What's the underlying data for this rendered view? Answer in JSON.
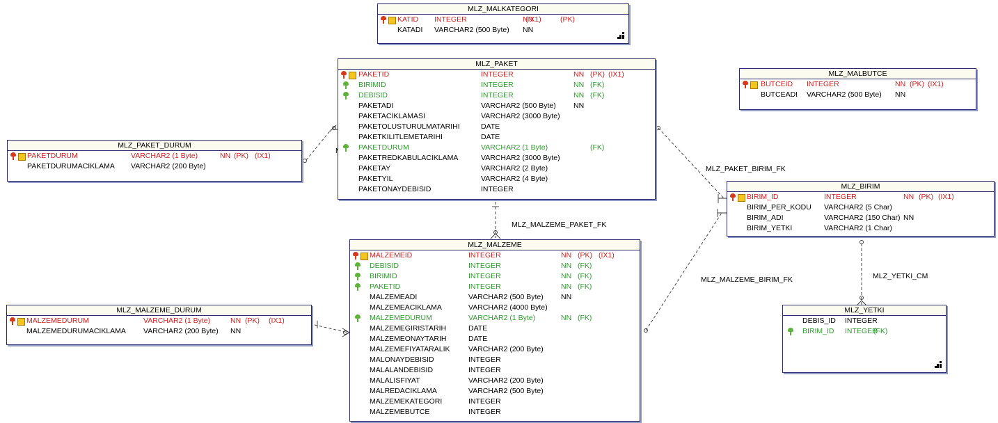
{
  "entities": {
    "malkategori": {
      "title": "MLZ_MALKATEGORI",
      "rows": [
        {
          "name": "KATID",
          "type": "INTEGER",
          "nn": "NN",
          "pk": "(PK)",
          "fk": "",
          "ix": "(IX1)",
          "kind": "pk"
        },
        {
          "name": "KATADI",
          "type": "VARCHAR2 (500 Byte)",
          "nn": "NN",
          "pk": "",
          "fk": "",
          "ix": "",
          "kind": "plain"
        }
      ]
    },
    "paket": {
      "title": "MLZ_PAKET",
      "rows": [
        {
          "name": "PAKETID",
          "type": "INTEGER",
          "nn": "NN",
          "pk": "(PK)",
          "fk": "",
          "ix": "(IX1)",
          "kind": "pk"
        },
        {
          "name": "BIRIMID",
          "type": "INTEGER",
          "nn": "NN",
          "pk": "",
          "fk": "(FK)",
          "ix": "",
          "kind": "fk"
        },
        {
          "name": "DEBISID",
          "type": "INTEGER",
          "nn": "NN",
          "pk": "",
          "fk": "(FK)",
          "ix": "",
          "kind": "fk"
        },
        {
          "name": "PAKETADI",
          "type": "VARCHAR2 (500 Byte)",
          "nn": "NN",
          "pk": "",
          "fk": "",
          "ix": "",
          "kind": "plain"
        },
        {
          "name": "PAKETACIKLAMASI",
          "type": "VARCHAR2 (3000 Byte)",
          "nn": "",
          "pk": "",
          "fk": "",
          "ix": "",
          "kind": "plain"
        },
        {
          "name": "PAKETOLUSTURULMATARIHI",
          "type": "DATE",
          "nn": "",
          "pk": "",
          "fk": "",
          "ix": "",
          "kind": "plain"
        },
        {
          "name": "PAKETKILITLEMETARIHI",
          "type": "DATE",
          "nn": "",
          "pk": "",
          "fk": "",
          "ix": "",
          "kind": "plain"
        },
        {
          "name": "PAKETDURUM",
          "type": "VARCHAR2 (1 Byte)",
          "nn": "",
          "pk": "",
          "fk": "(FK)",
          "ix": "",
          "kind": "fk"
        },
        {
          "name": "PAKETREDKABULACIKLAMA",
          "type": "VARCHAR2 (3000 Byte)",
          "nn": "",
          "pk": "",
          "fk": "",
          "ix": "",
          "kind": "plain"
        },
        {
          "name": "PAKETAY",
          "type": "VARCHAR2 (2 Byte)",
          "nn": "",
          "pk": "",
          "fk": "",
          "ix": "",
          "kind": "plain"
        },
        {
          "name": "PAKETYIL",
          "type": "VARCHAR2 (4 Byte)",
          "nn": "",
          "pk": "",
          "fk": "",
          "ix": "",
          "kind": "plain"
        },
        {
          "name": "PAKETONAYDEBISID",
          "type": "INTEGER",
          "nn": "",
          "pk": "",
          "fk": "",
          "ix": "",
          "kind": "plain"
        }
      ]
    },
    "malbutce": {
      "title": "MLZ_MALBUTCE",
      "rows": [
        {
          "name": "BUTCEID",
          "type": "INTEGER",
          "nn": "NN",
          "pk": "(PK)",
          "fk": "",
          "ix": "(IX1)",
          "kind": "pk"
        },
        {
          "name": "BUTCEADI",
          "type": "VARCHAR2 (500 Byte)",
          "nn": "NN",
          "pk": "",
          "fk": "",
          "ix": "",
          "kind": "plain"
        }
      ]
    },
    "paket_durum": {
      "title": "MLZ_PAKET_DURUM",
      "rows": [
        {
          "name": "PAKETDURUM",
          "type": "VARCHAR2 (1 Byte)",
          "nn": "NN",
          "pk": "(PK)",
          "fk": "",
          "ix": "(IX1)",
          "kind": "pk"
        },
        {
          "name": "PAKETDURUMACIKLAMA",
          "type": "VARCHAR2 (200 Byte)",
          "nn": "",
          "pk": "",
          "fk": "",
          "ix": "",
          "kind": "plain"
        }
      ]
    },
    "birim": {
      "title": "MLZ_BIRIM",
      "rows": [
        {
          "name": "BIRIM_ID",
          "type": "INTEGER",
          "nn": "NN",
          "pk": "(PK)",
          "fk": "",
          "ix": "(IX1)",
          "kind": "pk"
        },
        {
          "name": "BIRIM_PER_KODU",
          "type": "VARCHAR2 (5 Char)",
          "nn": "",
          "pk": "",
          "fk": "",
          "ix": "",
          "kind": "plain"
        },
        {
          "name": "BIRIM_ADI",
          "type": "VARCHAR2 (150 Char)",
          "nn": "NN",
          "pk": "",
          "fk": "",
          "ix": "",
          "kind": "plain"
        },
        {
          "name": "BIRIM_YETKI",
          "type": "VARCHAR2 (1 Char)",
          "nn": "",
          "pk": "",
          "fk": "",
          "ix": "",
          "kind": "plain"
        }
      ]
    },
    "malzeme": {
      "title": "MLZ_MALZEME",
      "rows": [
        {
          "name": "MALZEMEID",
          "type": "INTEGER",
          "nn": "NN",
          "pk": "(PK)",
          "fk": "",
          "ix": "(IX1)",
          "kind": "pk"
        },
        {
          "name": "DEBISID",
          "type": "INTEGER",
          "nn": "NN",
          "pk": "",
          "fk": "(FK)",
          "ix": "",
          "kind": "fk"
        },
        {
          "name": "BIRIMID",
          "type": "INTEGER",
          "nn": "NN",
          "pk": "",
          "fk": "(FK)",
          "ix": "",
          "kind": "fk"
        },
        {
          "name": "PAKETID",
          "type": "INTEGER",
          "nn": "NN",
          "pk": "",
          "fk": "(FK)",
          "ix": "",
          "kind": "fk"
        },
        {
          "name": "MALZEMEADI",
          "type": "VARCHAR2 (500 Byte)",
          "nn": "NN",
          "pk": "",
          "fk": "",
          "ix": "",
          "kind": "plain"
        },
        {
          "name": "MALZEMEACIKLAMA",
          "type": "VARCHAR2 (4000 Byte)",
          "nn": "",
          "pk": "",
          "fk": "",
          "ix": "",
          "kind": "plain"
        },
        {
          "name": "MALZEMEDURUM",
          "type": "VARCHAR2 (1 Byte)",
          "nn": "NN",
          "pk": "",
          "fk": "(FK)",
          "ix": "",
          "kind": "fk"
        },
        {
          "name": "MALZEMEGIRISTARIH",
          "type": "DATE",
          "nn": "",
          "pk": "",
          "fk": "",
          "ix": "",
          "kind": "plain"
        },
        {
          "name": "MALZEMEONAYTARIH",
          "type": "DATE",
          "nn": "",
          "pk": "",
          "fk": "",
          "ix": "",
          "kind": "plain"
        },
        {
          "name": "MALZEMEFIYATARALIK",
          "type": "VARCHAR2 (200 Byte)",
          "nn": "",
          "pk": "",
          "fk": "",
          "ix": "",
          "kind": "plain"
        },
        {
          "name": "MALONAYDEBISID",
          "type": "INTEGER",
          "nn": "",
          "pk": "",
          "fk": "",
          "ix": "",
          "kind": "plain"
        },
        {
          "name": "MALALANDEBISID",
          "type": "INTEGER",
          "nn": "",
          "pk": "",
          "fk": "",
          "ix": "",
          "kind": "plain"
        },
        {
          "name": "MALALISFIYAT",
          "type": "VARCHAR2 (200 Byte)",
          "nn": "",
          "pk": "",
          "fk": "",
          "ix": "",
          "kind": "plain"
        },
        {
          "name": "MALREDACIKLAMA",
          "type": "VARCHAR2 (500 Byte)",
          "nn": "",
          "pk": "",
          "fk": "",
          "ix": "",
          "kind": "plain"
        },
        {
          "name": "MALZEMEKATEGORI",
          "type": "INTEGER",
          "nn": "",
          "pk": "",
          "fk": "",
          "ix": "",
          "kind": "plain"
        },
        {
          "name": "MALZEMEBUTCE",
          "type": "INTEGER",
          "nn": "",
          "pk": "",
          "fk": "",
          "ix": "",
          "kind": "plain"
        }
      ]
    },
    "malzeme_durum": {
      "title": "MLZ_MALZEME_DURUM",
      "rows": [
        {
          "name": "MALZEMEDURUM",
          "type": "VARCHAR2 (1 Byte)",
          "nn": "NN",
          "pk": "(PK)",
          "fk": "",
          "ix": "(IX1)",
          "kind": "pk"
        },
        {
          "name": "MALZEMEDURUMACIKLAMA",
          "type": "VARCHAR2 (200 Byte)",
          "nn": "NN",
          "pk": "",
          "fk": "",
          "ix": "",
          "kind": "plain"
        }
      ]
    },
    "yetki": {
      "title": "MLZ_YETKI",
      "rows": [
        {
          "name": "DEBIS_ID",
          "type": "INTEGER",
          "nn": "",
          "pk": "",
          "fk": "",
          "ix": "",
          "kind": "plain"
        },
        {
          "name": "BIRIM_ID",
          "type": "INTEGER",
          "nn": "",
          "pk": "",
          "fk": "(FK)",
          "ix": "",
          "kind": "fk"
        }
      ]
    }
  },
  "relationships": {
    "paket_birim_fk": "MLZ_PAKET_BIRIM_FK",
    "malzeme_paket_fk": "MLZ_MALZEME_PAKET_FK",
    "malzeme_birim_fk": "MLZ_MALZEME_BIRIM_FK",
    "yetki_cm": "MLZ_YETKI_CM",
    "paket_durum_stray": "M"
  },
  "colors": {
    "pk": "#cc1f1f",
    "fk": "#2e9a2e",
    "border": "#2e2a6e",
    "header": "#fbfbf0"
  }
}
